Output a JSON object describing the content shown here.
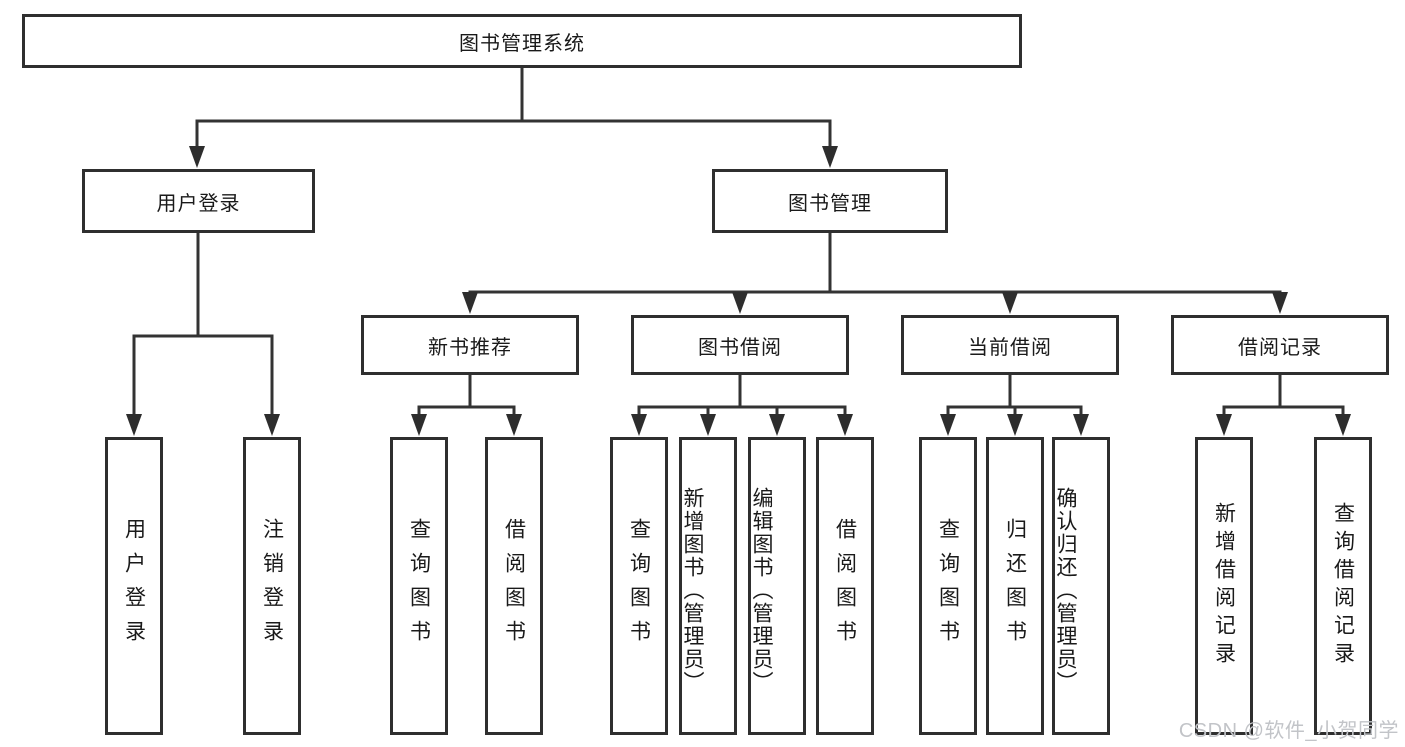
{
  "watermark": "CSDN @软件_小贺同学",
  "colors": {
    "background": "#ffffff",
    "line": "#333333",
    "box_border": "#2f2f2f",
    "box_fill": "#ffffff",
    "text": "#1a1a1a",
    "watermark_text": "#c2c4c8"
  },
  "diagram": {
    "type": "hierarchy-tree",
    "root": {
      "label": "图书管理系统"
    },
    "level2": [
      {
        "label": "用户登录",
        "parent": "图书管理系统"
      },
      {
        "label": "图书管理",
        "parent": "图书管理系统"
      }
    ],
    "level3": [
      {
        "label": "新书推荐",
        "parent": "图书管理"
      },
      {
        "label": "图书借阅",
        "parent": "图书管理"
      },
      {
        "label": "当前借阅",
        "parent": "图书管理"
      },
      {
        "label": "借阅记录",
        "parent": "图书管理"
      }
    ],
    "level4": [
      {
        "label": "用户登录",
        "parent": "用户登录"
      },
      {
        "label": "注销登录",
        "parent": "用户登录"
      },
      {
        "label": "查询图书",
        "parent": "新书推荐"
      },
      {
        "label": "借阅图书",
        "parent": "新书推荐"
      },
      {
        "label": "查询图书",
        "parent": "图书借阅"
      },
      {
        "label": "新增图书（管理员）",
        "parent": "图书借阅"
      },
      {
        "label": "编辑图书（管理员）",
        "parent": "图书借阅"
      },
      {
        "label": "借阅图书",
        "parent": "图书借阅"
      },
      {
        "label": "查询图书",
        "parent": "当前借阅"
      },
      {
        "label": "归还图书",
        "parent": "当前借阅"
      },
      {
        "label": "确认归还（管理员）",
        "parent": "当前借阅"
      },
      {
        "label": "新增借阅记录",
        "parent": "借阅记录"
      },
      {
        "label": "查询借阅记录",
        "parent": "借阅记录"
      }
    ]
  }
}
